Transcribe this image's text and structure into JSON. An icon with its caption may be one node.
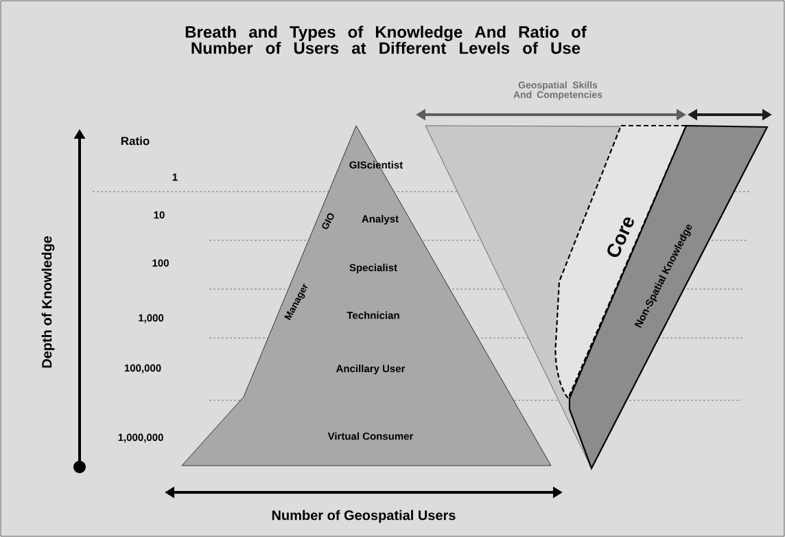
{
  "diagram": {
    "nodes": [
      {
        "text": [
          "GIScientist",
          "GIO",
          "Analyst",
          "Specialist",
          "Manager",
          "Technician",
          "Ancillary User",
          "Virtual Consumer"
        ]
      },
      {
        "text": [
          "Core"
        ]
      },
      {
        "text": [
          "Non-Spatial Knowledge"
        ]
      }
    ],
    "labels": [
      "Breath and Types of Knowledge And Ratio of Number of Users at Different Levels of Use",
      "Geospatial Skills And Competencies",
      "Ratio",
      "1",
      "10",
      "100",
      "1,000",
      "100,000",
      "1,000,000",
      "Depth of Knowledge",
      "Number of Geospatial Users"
    ]
  }
}
